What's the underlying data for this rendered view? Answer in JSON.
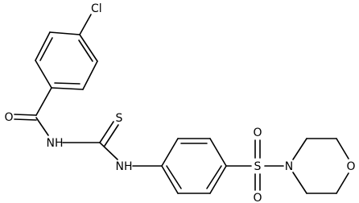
{
  "molecule": {
    "atoms": {
      "cl": "Cl",
      "o_carbonyl": "O",
      "nh_amide": "NH",
      "s_thio": "S",
      "nh_aryl": "NH",
      "s_sulfonyl": "S",
      "o_sulfonyl_top": "O",
      "o_sulfonyl_bottom": "O",
      "n_morpholine": "N",
      "o_morpholine": "O"
    }
  }
}
